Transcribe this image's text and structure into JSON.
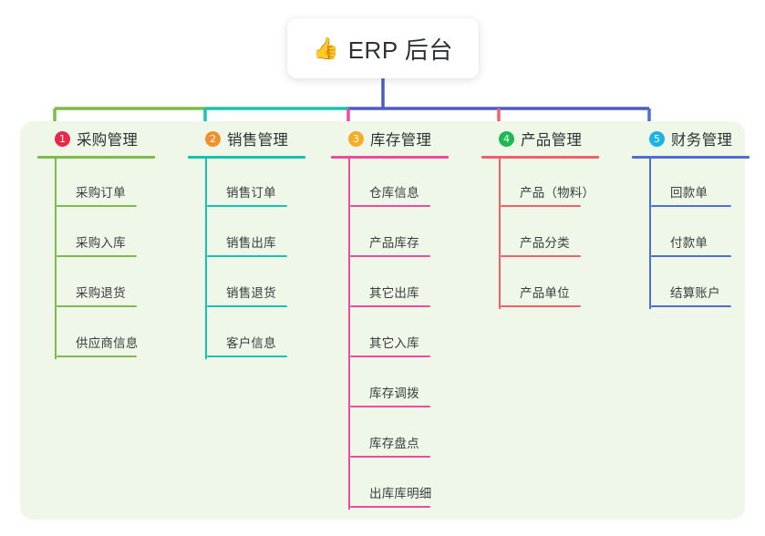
{
  "root": {
    "icon": "thumbs-up-icon",
    "emoji": "👍",
    "title": "ERP 后台"
  },
  "theme": {
    "panel_bg": "#eef7e8",
    "card_bg": "#ffffff",
    "root_connector": "#4e5bc6",
    "text": "#2f3235"
  },
  "columns": [
    {
      "number": "1",
      "title": "采购管理",
      "color": "#7dbb4c",
      "badge_color": "#e8294a",
      "items": [
        {
          "label": "采购订单"
        },
        {
          "label": "采购入库"
        },
        {
          "label": "采购退货"
        },
        {
          "label": "供应商信息"
        }
      ]
    },
    {
      "number": "2",
      "title": "销售管理",
      "color": "#17c2b0",
      "badge_color": "#f0922b",
      "items": [
        {
          "label": "销售订单"
        },
        {
          "label": "销售出库"
        },
        {
          "label": "销售退货"
        },
        {
          "label": "客户信息"
        }
      ]
    },
    {
      "number": "3",
      "title": "库存管理",
      "color": "#ec4c9b",
      "badge_color": "#f5ad25",
      "items": [
        {
          "label": "仓库信息"
        },
        {
          "label": "产品库存"
        },
        {
          "label": "其它出库"
        },
        {
          "label": "其它入库"
        },
        {
          "label": "库存调拨"
        },
        {
          "label": "库存盘点"
        },
        {
          "label": "出库库明细"
        }
      ]
    },
    {
      "number": "4",
      "title": "产品管理",
      "color": "#f2606a",
      "badge_color": "#1db954",
      "items": [
        {
          "label": "产品（物料）"
        },
        {
          "label": "产品分类"
        },
        {
          "label": "产品单位"
        }
      ]
    },
    {
      "number": "5",
      "title": "财务管理",
      "color": "#4e6ed6",
      "badge_color": "#1ab3e8",
      "items": [
        {
          "label": "回款单"
        },
        {
          "label": "付款单"
        },
        {
          "label": "结算账户"
        }
      ]
    }
  ]
}
